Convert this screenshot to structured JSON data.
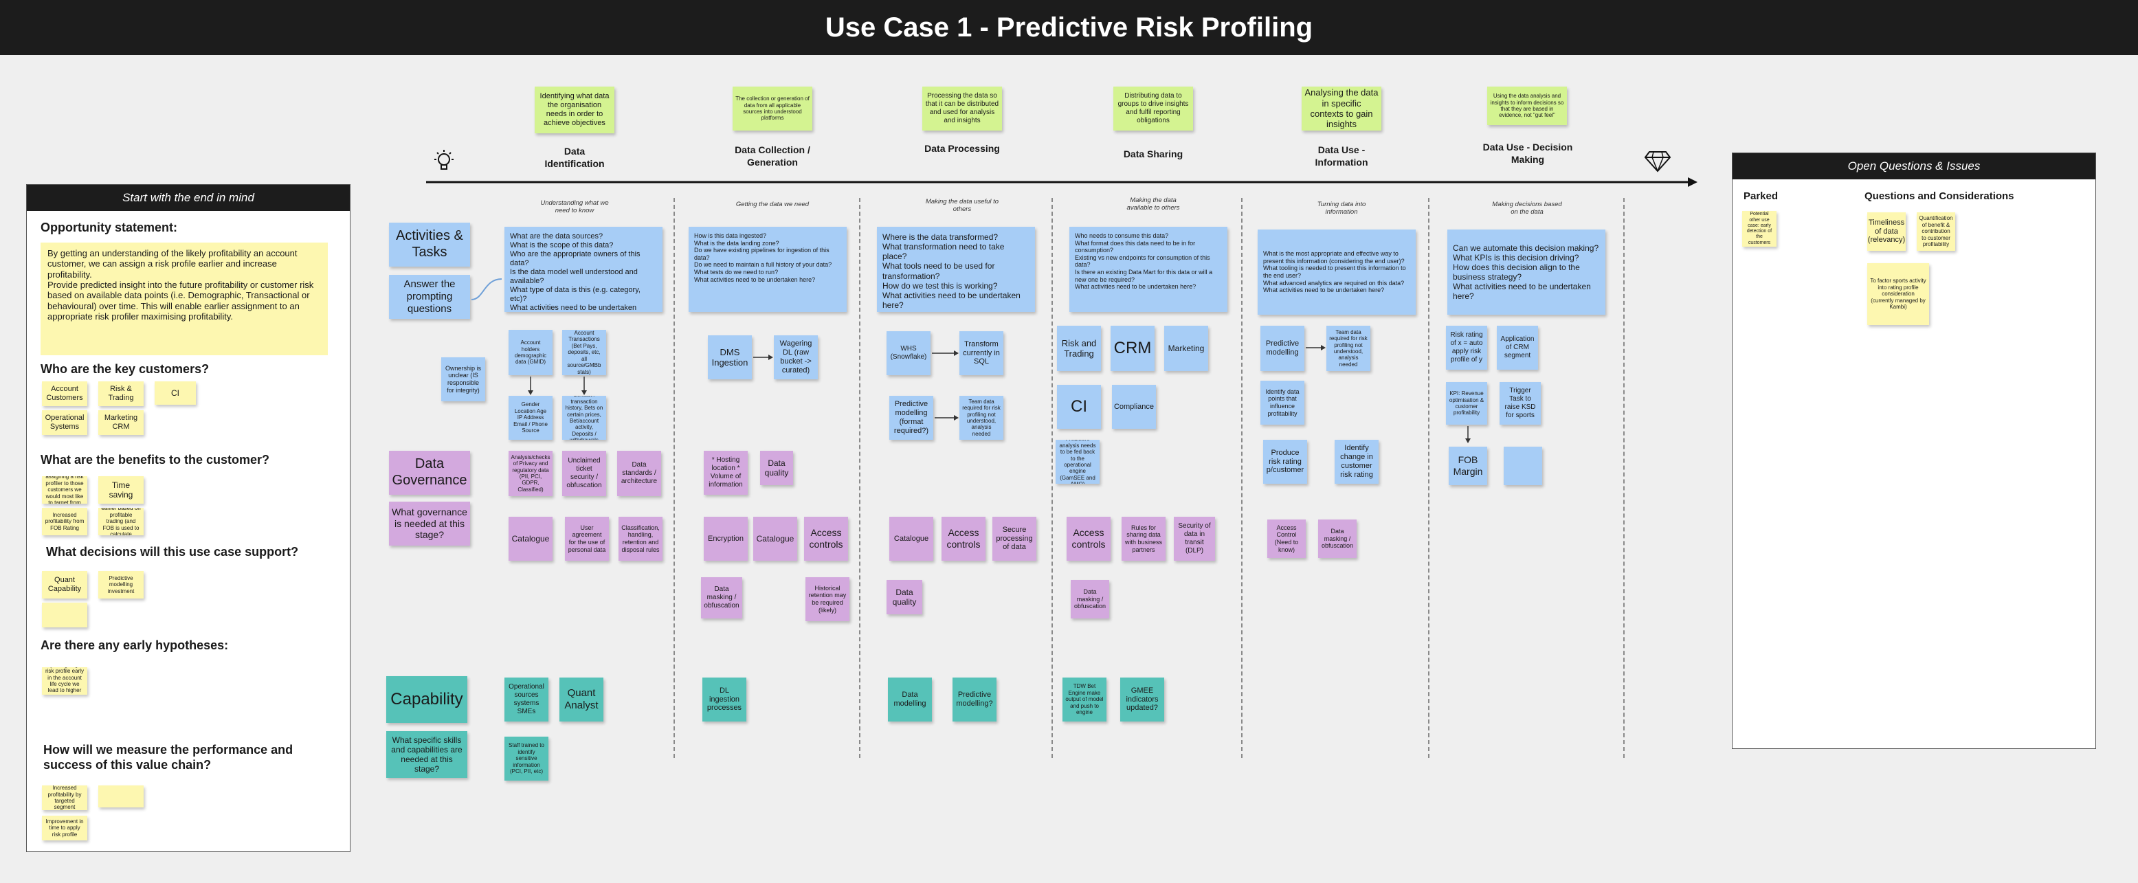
{
  "title": "Use Case 1 - Predictive Risk Profiling",
  "left_panel": {
    "header": "Start with the end in mind",
    "opportunity_heading": "Opportunity statement:",
    "opportunity_text": "By getting an understanding of the likely profitability an account customer, we can assign a risk profile earlier and increase profitability.\nProvide predicted insight into the future profitability or customer risk based on available data points (i.e. Demographic, Transactional or behavioural) over time. This will enable earlier assignment to an appropriate risk profiler maximising profitability.",
    "customers_heading": "Who are the key customers?",
    "customers": [
      "Account Customers",
      "Risk & Trading",
      "CI",
      "Operational Systems",
      "Marketing CRM"
    ],
    "benefits_heading": "What are the benefits to the customer?",
    "benefits": [
      "Prioritise assigning a risk profiler to those customers we would most like to target from FOB scoring",
      "Time saving",
      "Increased profitability from FOB Rating",
      "Potentially targeting a risk earlier based on profitable trading (and FOB is used to calculate whether a stake)"
    ],
    "decisions_heading": "What decisions will this use case support?",
    "decisions": [
      "Quant Capability",
      "Predictive modelling investment",
      ""
    ],
    "hypotheses_heading": "Are there any early hypotheses:",
    "hypotheses": [
      "By assigning a risk profile early in the account life cycle we lead to higher LTV"
    ],
    "measure_heading": "How will we measure the performance and success of this value chain?",
    "measures": [
      "Increased profitability by targeted segment",
      "",
      "Improvement in time to apply risk profile"
    ]
  },
  "stages": [
    {
      "label": "Data Identification",
      "desc": "Identifying what data the organisation needs in order to achieve objectives",
      "sub": "Understanding what we need to know"
    },
    {
      "label": "Data Collection / Generation",
      "desc": "The collection or generation of data from all applicable sources into understood platforms",
      "sub": "Getting the data we need"
    },
    {
      "label": "Data Processing",
      "desc": "Processing the data so that it can be distributed and used for analysis and insights",
      "sub": "Making the data useful to others"
    },
    {
      "label": "Data Sharing",
      "desc": "Distributing data to groups to drive insights and fulfil reporting obligations",
      "sub": "Making the data available to others"
    },
    {
      "label": "Data Use - Information",
      "desc": "Analysing the data in specific contexts to gain insights",
      "sub": "Turning data into information"
    },
    {
      "label": "Data Use - Decision Making",
      "desc": "Using the data analysis and insights to inform decisions so that they are based in evidence, not \"gut feel\"",
      "sub": "Making decisions based on the data"
    }
  ],
  "rows": {
    "activities": {
      "title": "Activities & Tasks",
      "prompt": "Answer the prompting questions"
    },
    "governance": {
      "title": "Data Governance",
      "prompt": "What governance is needed at this stage?"
    },
    "capability": {
      "title": "Capability",
      "prompt": "What specific skills and capabilities are needed at this stage?"
    }
  },
  "questions": [
    "What are the data sources?\nWhat is the scope of this data?\nWho are the appropriate owners of this data?\nIs the data model well understood and available?\nWhat type of data is this (e.g. category, etc)?\nWhat activities need to be undertaken here?",
    "How is this data ingested?\nWhat is the data landing zone?\nDo we have existing pipelines for ingestion of this data?\nDo we need to maintain a full history of your data?\nWhat tests do we need to run?\nWhat activities need to be undertaken here?",
    "Where is the data transformed?\nWhat transformation need to take place?\nWhat tools need to be used for transformation?\nHow do we test this is working?\nWhat activities need to be undertaken here?",
    "Who needs to consume this data?\nWhat format does this data need to be in for consumption?\nExisting vs new endpoints for consumption of this data?\nIs there an existing Data Mart for this data or will a new one be required?\nWhat activities need to be undertaken here?",
    "What is the most appropriate and effective way to present this information (considering the end user)?\nWhat tooling is needed to present this information to the end user?\nWhat advanced analytics are required on this data?\nWhat activities need to be undertaken here?",
    "Can we automate this decision making?\nWhat KPIs is this decision driving?\nHow does this decision align to the business strategy?\nWhat activities need to be undertaken here?"
  ],
  "activity_notes": {
    "s1": [
      "Ownership is unclear (IS responsible for integrity)",
      "Account holders demographic data (GMID)",
      "Account Transactions (Bet Pays, deposits, etc, all source/GMBb stats)",
      "Gender Location Age IP Address Email / Phone Source",
      "Contact / transaction history, Bets on certain prices, Bet/account activity, Deposits / withdrawals"
    ],
    "s2": [
      "DMS Ingestion",
      "Wagering DL (raw bucket -> curated)"
    ],
    "s3": [
      "WHS (Snowflake)",
      "Transform currently in SQL",
      "Predictive modelling (format required?)",
      "Team data required for risk profiling not understood, analysis needed"
    ],
    "s4": [
      "Risk and Trading",
      "CRM",
      "Marketing",
      "CI",
      "Compliance",
      "Predictive analysis needs to be fed back to the operational engine (GamSEE and AMO)"
    ],
    "s5": [
      "Predictive modelling",
      "Team data required for risk profiling not understood, analysis needed",
      "Identify data points that influence profitability",
      "Produce risk rating p/customer",
      "Identify change in customer risk rating"
    ],
    "s6": [
      "Risk rating of x = auto apply risk profile of y",
      "Application of CRM segment",
      "KPI: Revenue optimisation & customer profitability",
      "Trigger Task to raise KSD for sports",
      "FOB Margin",
      ""
    ]
  },
  "governance_notes": {
    "s1": [
      "Analysis/checks of Privacy and regulatory data (PII, PCI, GDPR, Classified)",
      "Unclaimed ticket security / obfuscation",
      "Data standards / architecture",
      "Catalogue",
      "User agreement for the use of personal data",
      "Classification, handling, retention and disposal rules"
    ],
    "s2": [
      "* Hosting location * Volume of information",
      "Data quality",
      "Encryption",
      "Catalogue",
      "Access controls",
      "Data masking / obfuscation",
      "Historical retention may be required (likely)"
    ],
    "s3": [
      "Catalogue",
      "Access controls",
      "Secure processing of data",
      "Data quality"
    ],
    "s4": [
      "Access controls",
      "Rules for sharing data with business partners",
      "Security of data in transit (DLP)",
      "Data masking / obfuscation"
    ],
    "s5": [
      "Access Control (Need to know)",
      "Data masking / obfuscation"
    ]
  },
  "capability_notes": {
    "s1": [
      "Operational sources systems SMEs",
      "Quant Analyst",
      "Staff trained to identify sensitive information (PCI, PII, etc)"
    ],
    "s2": [
      "DL ingestion processes"
    ],
    "s3": [
      "Data modelling",
      "Predictive modelling?"
    ],
    "s4": [
      "TDW Bet Engine make output of model and push to engine",
      "GMEE indicators updated?"
    ]
  },
  "right_panel": {
    "header": "Open Questions & Issues",
    "parked_heading": "Parked",
    "parked": [
      "Potential other use case: early detection of the customers"
    ],
    "questions_heading": "Questions and Considerations",
    "questions": [
      "Timeliness of data (relevancy)",
      "Quantification of benefit & contribution to customer profitability",
      "To factor sports activity into rating profile consideration (currently managed by Kambi)"
    ]
  },
  "colors": {
    "banner": "#1c1c1c",
    "yellow": "#fdf7b0",
    "green": "#d4f391",
    "blue": "#a7cdf6",
    "purple": "#d3a9de",
    "teal": "#56c2b8"
  },
  "icons": {
    "start": "lightbulb-icon",
    "end": "diamond-icon"
  }
}
